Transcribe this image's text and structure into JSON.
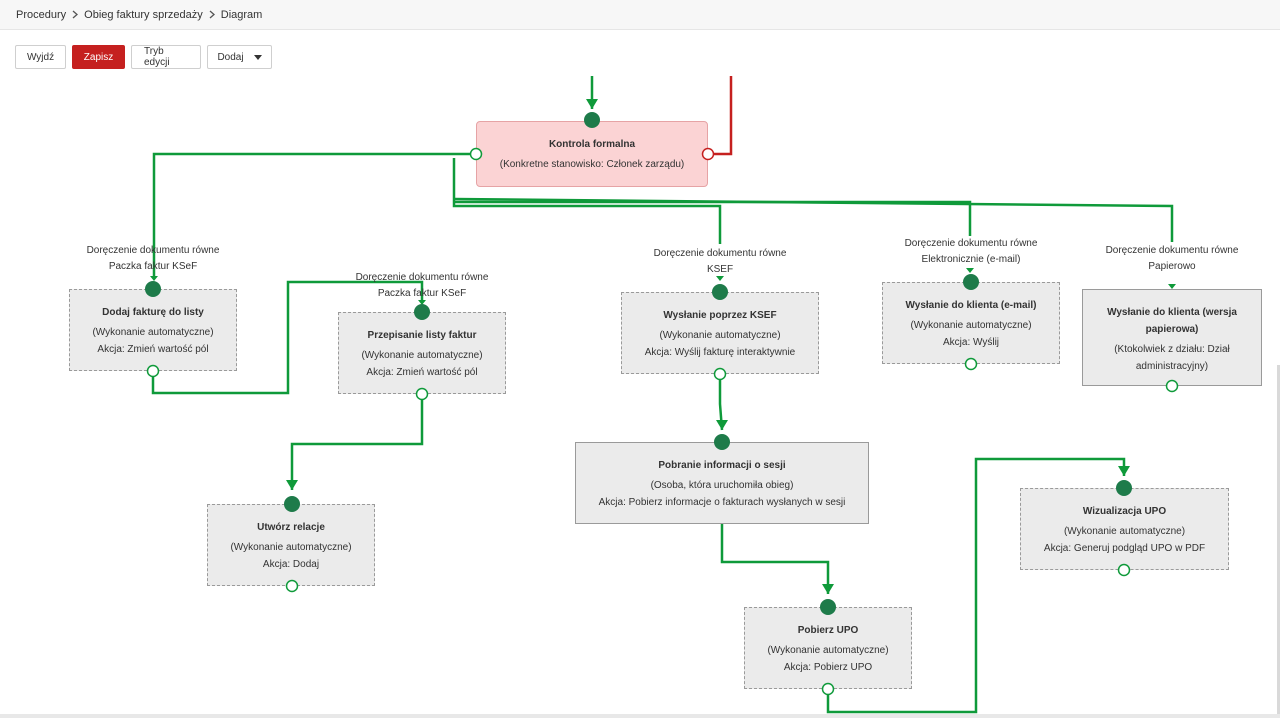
{
  "breadcrumb": {
    "items": [
      "Procedury",
      "Obieg faktury sprzedaży",
      "Diagram"
    ]
  },
  "toolbar": {
    "exit_label": "Wyjdź",
    "save_label": "Zapisz",
    "edit_mode_label": "Tryb edycji",
    "add_label": "Dodaj"
  },
  "colors": {
    "accent_red": "#c5201f",
    "connector_green": "#0f9a3a",
    "node_green": "#1e7b4a",
    "formal_node_bg": "#fbd3d4"
  },
  "nodes": {
    "kontrola": {
      "title": "Kontrola formalna",
      "line1": "(Konkretne stanowisko: Członek zarządu)",
      "line2": ""
    },
    "dodaj": {
      "title": "Dodaj fakturę do listy",
      "line1": "(Wykonanie automatyczne)",
      "line2": "Akcja: Zmień wartość pól"
    },
    "przepisanie": {
      "title": "Przepisanie listy faktur",
      "line1": "(Wykonanie automatyczne)",
      "line2": "Akcja: Zmień wartość pól"
    },
    "utworz": {
      "title": "Utwórz relacje",
      "line1": "(Wykonanie automatyczne)",
      "line2": "Akcja: Dodaj"
    },
    "ksef": {
      "title": "Wysłanie poprzez KSEF",
      "line1": "(Wykonanie automatyczne)",
      "line2": "Akcja: Wyślij fakturę interaktywnie"
    },
    "pobranie": {
      "title": "Pobranie informacji o sesji",
      "line1": "(Osoba, która uruchomiła obieg)",
      "line2": "Akcja: Pobierz informacje o fakturach wysłanych w sesji"
    },
    "upo": {
      "title": "Pobierz UPO",
      "line1": "(Wykonanie automatyczne)",
      "line2": "Akcja: Pobierz UPO"
    },
    "email": {
      "title": "Wysłanie do klienta (e-mail)",
      "line1": "(Wykonanie automatyczne)",
      "line2": "Akcja: Wyślij"
    },
    "papier": {
      "title": "Wysłanie do klienta (wersja papierowa)",
      "line1": "(Ktokolwiek z działu: Dział administracyjny)",
      "line2": ""
    },
    "wizual": {
      "title": "Wizualizacja UPO",
      "line1": "(Wykonanie automatyczne)",
      "line2": "Akcja: Generuj podgląd UPO w PDF"
    }
  },
  "conditions": {
    "c1": {
      "line1": "Doręczenie dokumentu równe",
      "line2": "Paczka faktur KSeF"
    },
    "c2": {
      "line1": "Doręczenie dokumentu równe",
      "line2": "Paczka faktur KSeF"
    },
    "c3": {
      "line1": "Doręczenie dokumentu równe",
      "line2": "KSEF"
    },
    "c4": {
      "line1": "Doręczenie dokumentu równe",
      "line2": "Elektronicznie (e-mail)"
    },
    "c5": {
      "line1": "Doręczenie dokumentu równe",
      "line2": "Papierowo"
    }
  }
}
